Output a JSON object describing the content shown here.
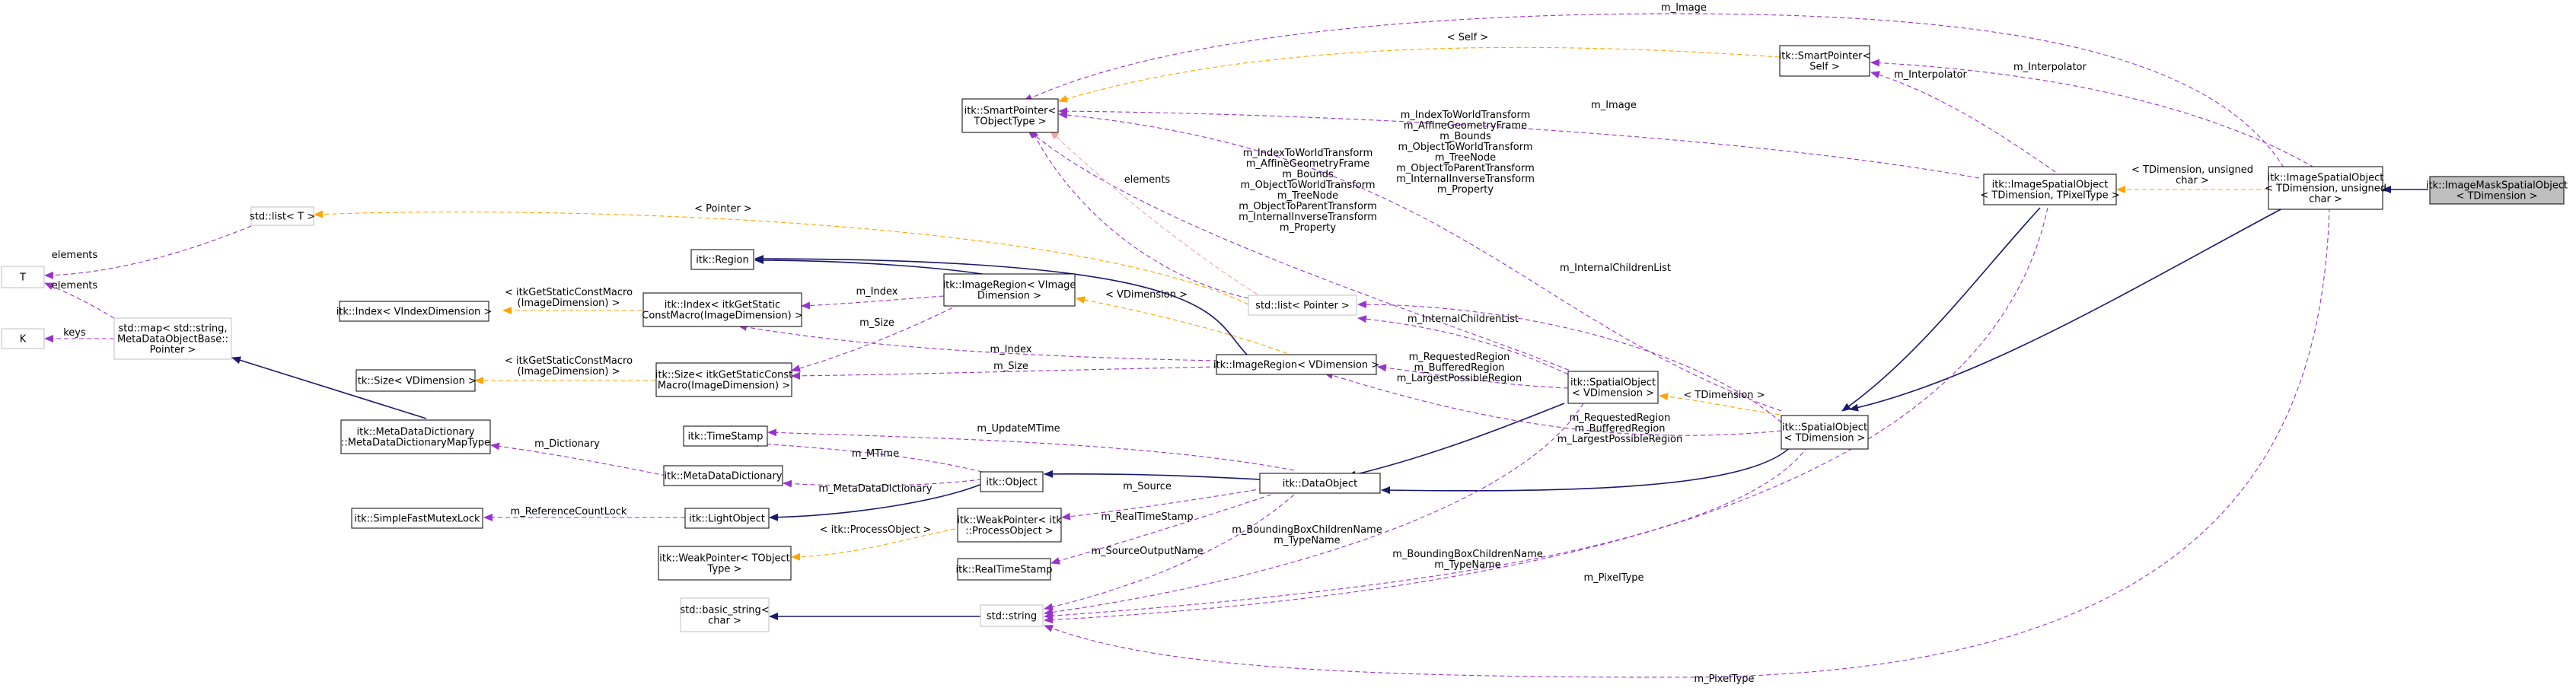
{
  "colors": {
    "inherit": "#191970",
    "usage": "#9a32cd",
    "template": "#ffa500",
    "focus_fill": "#bfbfbf",
    "external_border": "#bfbfbf"
  },
  "nodes": {
    "image_mask_spatial_object": [
      "itk::ImageMaskSpatialObject",
      "< TDimension >"
    ],
    "image_spatial_object_char": [
      "itk::ImageSpatialObject",
      "< TDimension, unsigned",
      "char >"
    ],
    "smart_pointer_self": [
      "itk::SmartPointer<",
      "Self >"
    ],
    "image_spatial_object_tpl": [
      "itk::ImageSpatialObject",
      "< TDimension, TPixelType >"
    ],
    "smart_pointer_tobject": [
      "itk::SmartPointer<",
      "TObjectType >"
    ],
    "std_list_t": [
      "std::list< T >"
    ],
    "t": [
      "T"
    ],
    "k": [
      "K"
    ],
    "std_map": [
      "std::map< std::string,",
      "MetaDataObjectBase::",
      "Pointer >"
    ],
    "region": [
      "itk::Region"
    ],
    "index_vimage": [
      "itk::Index< VIndexDimension >"
    ],
    "index_static": [
      "itk::Index< itkGetStatic",
      "ConstMacro(ImageDimension) >"
    ],
    "image_region_vimage": [
      "itk::ImageRegion< VImage",
      "Dimension >"
    ],
    "std_list_pointer": [
      "std::list< Pointer >"
    ],
    "size_vdim": [
      "itk::Size< VDimension >"
    ],
    "size_static": [
      "itk::Size< itkGetStaticConst",
      "Macro(ImageDimension) >"
    ],
    "image_region_vdim": [
      "itk::ImageRegion< VDimension >"
    ],
    "spatial_object_vdim": [
      "itk::SpatialObject",
      "< VDimension >"
    ],
    "spatial_object_tdim": [
      "itk::SpatialObject",
      "< TDimension >"
    ],
    "metadata_dictionary_map": [
      "itk::MetaDataDictionary",
      "::MetaDataDictionaryMapType"
    ],
    "timestamp": [
      "itk::TimeStamp"
    ],
    "metadata_dictionary": [
      "itk::MetaDataDictionary"
    ],
    "object": [
      "itk::Object"
    ],
    "data_object": [
      "itk::DataObject"
    ],
    "simple_fast_mutex_lock": [
      "itk::SimpleFastMutexLock"
    ],
    "light_object": [
      "itk::LightObject"
    ],
    "weak_pointer_process": [
      "itk::WeakPointer< itk",
      "::ProcessObject >"
    ],
    "weak_pointer_tobject": [
      "itk::WeakPointer< TObject",
      "Type >"
    ],
    "real_time_stamp": [
      "itk::RealTimeStamp"
    ],
    "basic_string": [
      "std::basic_string<",
      "char >"
    ],
    "std_string": [
      "std::string"
    ]
  },
  "labels": {
    "m_image_top": [
      "m_Image"
    ],
    "self_tpl": [
      "< Self >"
    ],
    "m_interpolator_1": [
      "m_Interpolator"
    ],
    "m_interpolator_2": [
      "m_Interpolator"
    ],
    "m_image_mid": [
      "m_Image"
    ],
    "tdim_unsigned_char": [
      "< TDimension, unsigned",
      "char >"
    ],
    "transforms_right": [
      "m_IndexToWorldTransform",
      "m_AffineGeometryFrame",
      "m_Bounds",
      "m_ObjectToWorldTransform",
      "m_TreeNode",
      "m_ObjectToParentTransform",
      "m_InternalInverseTransform",
      "m_Property"
    ],
    "transforms_left": [
      "m_IndexToWorldTransform",
      "m_AffineGeometryFrame",
      "m_Bounds",
      "m_ObjectToWorldTransform",
      "m_TreeNode",
      "m_ObjectToParentTransform",
      "m_InternalInverseTransform",
      "m_Property"
    ],
    "elements_sp": [
      "elements"
    ],
    "pointer_tpl": [
      "< Pointer >"
    ],
    "elements_t1": [
      "elements"
    ],
    "elements_t2": [
      "elements"
    ],
    "keys": [
      "keys"
    ],
    "index_macro": [
      "< itkGetStaticConstMacro",
      "(ImageDimension) >"
    ],
    "m_index_1": [
      "m_Index"
    ],
    "vdimension_tpl": [
      "< VDimension >"
    ],
    "m_size_1": [
      "m_Size"
    ],
    "m_internal_children_1": [
      "m_InternalChildrenList"
    ],
    "m_internal_children_2": [
      "m_InternalChildrenList"
    ],
    "m_index_2": [
      "m_Index"
    ],
    "m_size_2": [
      "m_Size"
    ],
    "size_macro": [
      "< itkGetStaticConstMacro",
      "(ImageDimension) >"
    ],
    "regions_1": [
      "m_RequestedRegion",
      "m_BufferedRegion",
      "m_LargestPossibleRegion"
    ],
    "tdimension_tpl": [
      "< TDimension >"
    ],
    "regions_2": [
      "m_RequestedRegion",
      "m_BufferedRegion",
      "m_LargestPossibleRegion"
    ],
    "m_dictionary": [
      "m_Dictionary"
    ],
    "m_update_mtime": [
      "m_UpdateMTime"
    ],
    "m_mtime": [
      "m_MTime"
    ],
    "m_metadata_dictionary": [
      "m_MetaDataDictionary"
    ],
    "m_source": [
      "m_Source"
    ],
    "m_reference_count_lock": [
      "m_ReferenceCountLock"
    ],
    "m_real_time_stamp": [
      "m_RealTimeStamp"
    ],
    "process_object_tpl": [
      "< itk::ProcessObject >"
    ],
    "bbox_names_1": [
      "m_BoundingBoxChildrenName",
      "m_TypeName"
    ],
    "bbox_names_2": [
      "m_BoundingBoxChildrenName",
      "m_TypeName"
    ],
    "m_source_output_name": [
      "m_SourceOutputName"
    ],
    "m_pixel_type_1": [
      "m_PixelType"
    ],
    "m_pixel_type_2": [
      "m_PixelType"
    ]
  }
}
